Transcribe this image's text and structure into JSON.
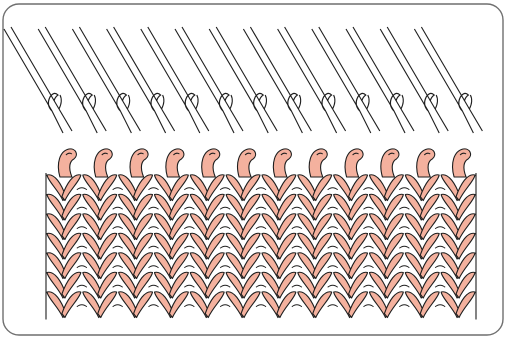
{
  "figure": {
    "kind": "knitting machine needle bed with knitted fabric",
    "needle_count": 13,
    "stitch_columns": 12,
    "stitch_rows": 7,
    "colors": {
      "frame_stroke": "#6f6f6f",
      "line": "#1e1e1e",
      "yarn_fill": "#f4b19e",
      "background": "#ffffff"
    }
  }
}
